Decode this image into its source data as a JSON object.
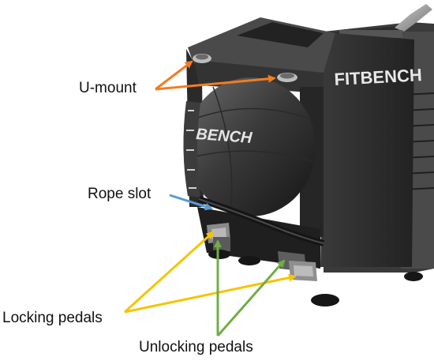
{
  "brand": {
    "logo_text": "FITBENCH",
    "ball_logo_text": "BENCH"
  },
  "labels": {
    "u_mount": "U-mount",
    "rope_slot": "Rope slot",
    "locking_pedals": "Locking pedals",
    "unlocking_pedals": "Unlocking pedals"
  },
  "colors": {
    "u_mount_arrow": "#F07D24",
    "rope_slot_arrow": "#5B9BD5",
    "locking_arrow": "#F5C400",
    "unlocking_arrow": "#70AD47",
    "frame": "#2E2E2E",
    "frame_dark": "#1A1A1A"
  }
}
